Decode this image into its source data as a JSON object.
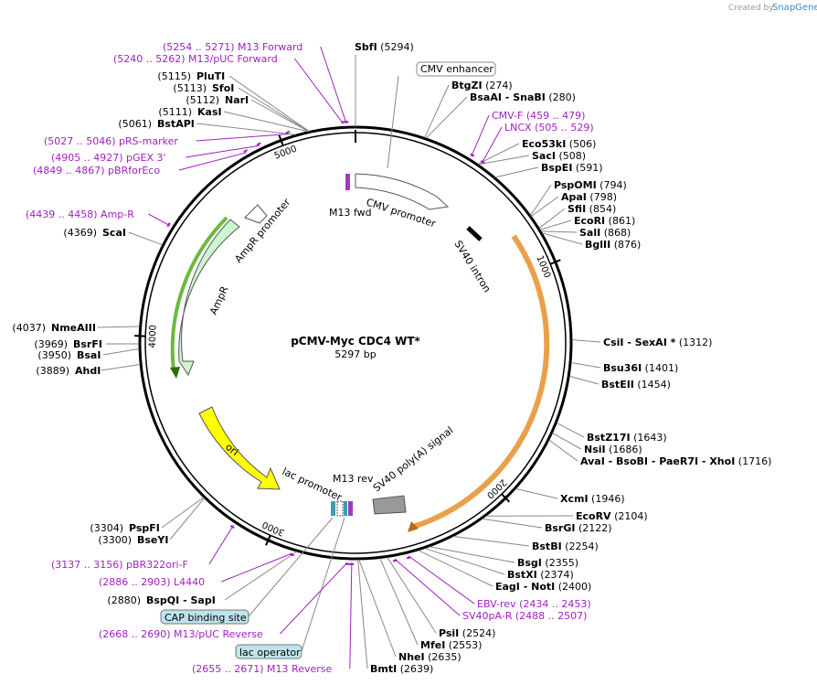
{
  "brand": {
    "created_by": "Created by",
    "name": "SnapGene"
  },
  "plasmid": {
    "name": "pCMV-Myc CDC4 WT*",
    "length": "5297 bp"
  },
  "ticks": [
    "1000",
    "2000",
    "3000",
    "4000",
    "5000"
  ],
  "features": {
    "cmv_enhancer": "CMV enhancer",
    "cmv_promoter": "CMV promoter",
    "m13_fwd": "M13 fwd",
    "sv40_intron": "SV40 intron",
    "ampr_promoter": "AmpR promoter",
    "ampr": "AmpR",
    "ori": "ori",
    "lac_promoter": "lac promoter",
    "m13_rev": "M13 rev",
    "sv40_polya": "SV40 poly(A) signal",
    "cap_site": "CAP binding site",
    "lac_operator": "lac operator"
  },
  "right_sites": [
    {
      "name": "BtgZI",
      "pos": "(274)"
    },
    {
      "name": "BsaAI",
      "extra": "SnaBI",
      "pos": "(280)"
    },
    {
      "name": "Eco53kI",
      "pos": "(506)"
    },
    {
      "name": "SacI",
      "pos": "(508)"
    },
    {
      "name": "BspEI",
      "pos": "(591)"
    },
    {
      "name": "PspOMI",
      "pos": "(794)"
    },
    {
      "name": "ApaI",
      "pos": "(798)"
    },
    {
      "name": "SfiI",
      "pos": "(854)"
    },
    {
      "name": "EcoRI",
      "pos": "(861)"
    },
    {
      "name": "SalI",
      "pos": "(868)"
    },
    {
      "name": "BglII",
      "pos": "(876)"
    },
    {
      "name": "CsiI",
      "extra": "SexAI *",
      "pos": "(1312)"
    },
    {
      "name": "Bsu36I",
      "pos": "(1401)"
    },
    {
      "name": "BstEII",
      "pos": "(1454)"
    },
    {
      "name": "BstZ17I",
      "pos": "(1643)"
    },
    {
      "name": "NsiI",
      "pos": "(1686)"
    },
    {
      "name": "AvaI",
      "extra": "BsoBI - PaeR7I - XhoI",
      "pos": "(1716)"
    },
    {
      "name": "XcmI",
      "pos": "(1946)"
    },
    {
      "name": "EcoRV",
      "pos": "(2104)"
    },
    {
      "name": "BsrGI",
      "pos": "(2122)"
    },
    {
      "name": "BstBI",
      "pos": "(2254)"
    },
    {
      "name": "BsgI",
      "pos": "(2355)"
    },
    {
      "name": "BstXI",
      "pos": "(2374)"
    },
    {
      "name": "EagI",
      "extra": "NotI",
      "pos": "(2400)"
    },
    {
      "name": "PsiI",
      "pos": "(2524)"
    },
    {
      "name": "MfeI",
      "pos": "(2553)"
    },
    {
      "name": "NheI",
      "pos": "(2635)"
    },
    {
      "name": "BmtI",
      "pos": "(2639)"
    }
  ],
  "left_sites": [
    {
      "name": "SbfI",
      "pos": "(5294)"
    },
    {
      "name": "PluTI",
      "pos": "(5115)"
    },
    {
      "name": "SfoI",
      "pos": "(5113)"
    },
    {
      "name": "NarI",
      "pos": "(5112)"
    },
    {
      "name": "KasI",
      "pos": "(5111)"
    },
    {
      "name": "BstAPI",
      "pos": "(5061)"
    },
    {
      "name": "ScaI",
      "pos": "(4369)"
    },
    {
      "name": "NmeAIII",
      "pos": "(4037)"
    },
    {
      "name": "BsrFI",
      "pos": "(3969)"
    },
    {
      "name": "BsaI",
      "pos": "(3950)"
    },
    {
      "name": "AhdI",
      "pos": "(3889)"
    },
    {
      "name": "PspFI",
      "pos": "(3304)"
    },
    {
      "name": "BseYI",
      "pos": "(3300)"
    },
    {
      "name": "BspQI",
      "extra": "SapI",
      "pos": "(2880)"
    }
  ],
  "primers": [
    {
      "range": "(5254 .. 5271)",
      "name": "M13 Forward"
    },
    {
      "range": "(5240 .. 5262)",
      "name": "M13/pUC Forward"
    },
    {
      "range": "(5027 .. 5046)",
      "name": "pRS-marker"
    },
    {
      "range": "(4905 .. 4927)",
      "name": "pGEX 3'"
    },
    {
      "range": "(4849 .. 4867)",
      "name": "pBRforEco"
    },
    {
      "range": "(4439 .. 4458)",
      "name": "Amp-R"
    },
    {
      "name": "CMV-F",
      "range": "(459 .. 479)"
    },
    {
      "name": "LNCX",
      "range": "(505 .. 529)"
    },
    {
      "range": "(3137 .. 3156)",
      "name": "pBR322ori-F"
    },
    {
      "range": "(2886 .. 2903)",
      "name": "L4440"
    },
    {
      "range": "(2668 .. 2690)",
      "name": "M13/pUC Reverse"
    },
    {
      "range": "(2655 .. 2671)",
      "name": "M13 Reverse"
    },
    {
      "name": "EBV-rev",
      "range": "(2434 .. 2453)"
    },
    {
      "name": "SV40pA-R",
      "range": "(2488 .. 2507)"
    }
  ]
}
